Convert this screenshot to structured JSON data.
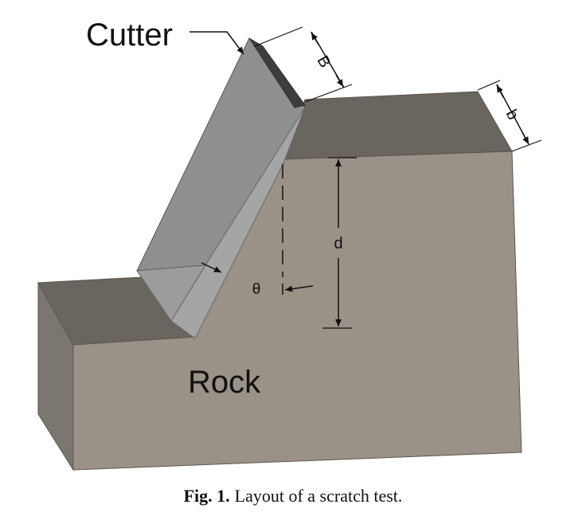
{
  "figure": {
    "labels": {
      "cutter": "Cutter",
      "rock": "Rock",
      "cutter_width": "B",
      "depth_into_page": "b",
      "cut_depth": "d",
      "rake_angle": "θ"
    }
  },
  "caption": {
    "number": "Fig. 1.",
    "text": "Layout of a scratch test."
  },
  "colors": {
    "rock_front": "#9a9286",
    "rock_top": "#6a655e",
    "rock_side": "#7b766f",
    "cutter_light": "#8f8f8f",
    "cutter_face": "#a5a5a5",
    "cutter_dark": "#4a4a4a"
  }
}
